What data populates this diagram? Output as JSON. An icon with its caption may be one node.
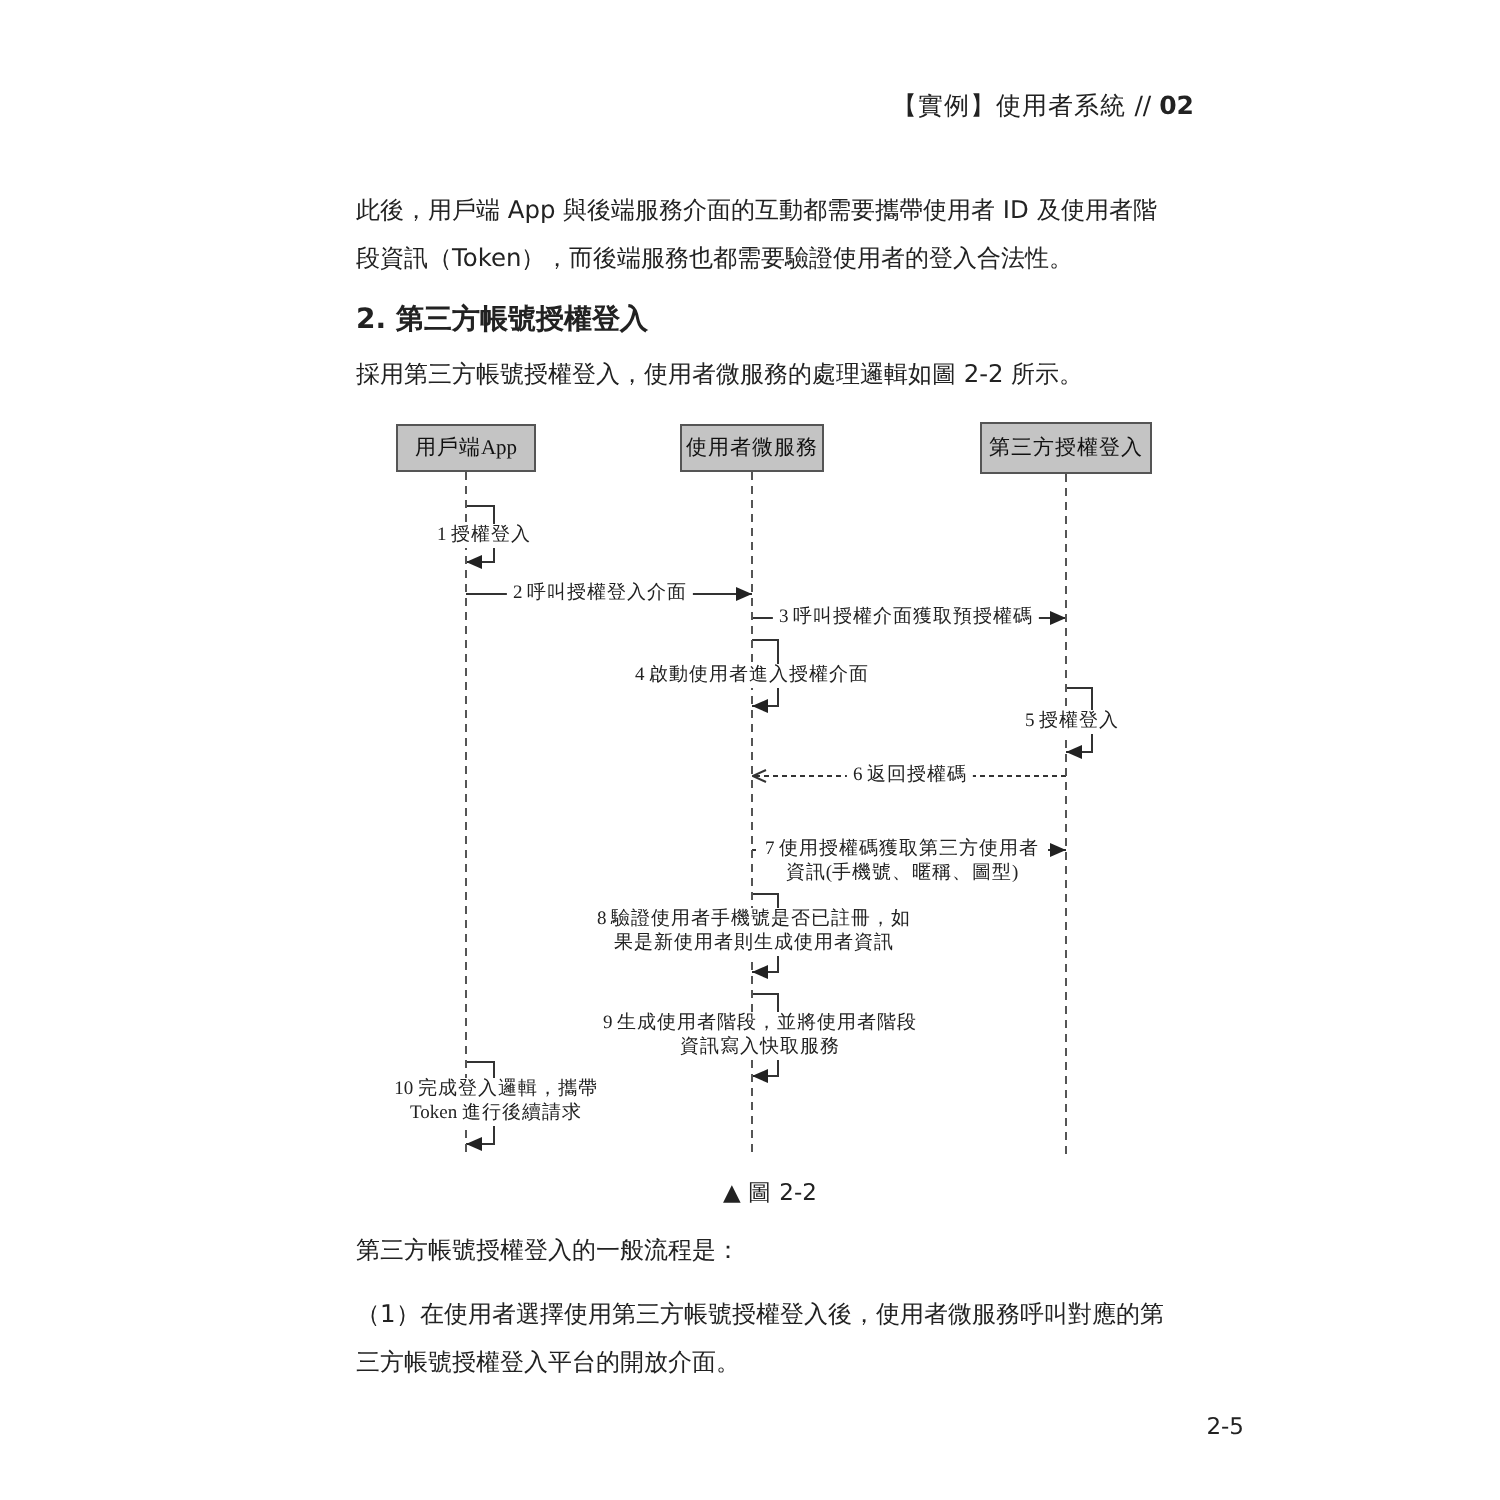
{
  "diagram": {
    "caption": "▲ 圖 2-2",
    "nodes": [
      {
        "text": [
          "用戶端App"
        ]
      },
      {
        "text": [
          "使用者微服務"
        ]
      },
      {
        "text": [
          "第三方授權登入"
        ]
      }
    ],
    "edges": [
      {
        "from": 0,
        "to": 0,
        "arrow": "to",
        "label": "1 授權登入"
      },
      {
        "from": 0,
        "to": 1,
        "arrow": "to",
        "label": "2 呼叫授權登入介面"
      },
      {
        "from": 1,
        "to": 2,
        "arrow": "to",
        "label": "3 呼叫授權介面獲取預授權碼"
      },
      {
        "from": 1,
        "to": 1,
        "arrow": "to",
        "label": "4 啟動使用者進入授權介面"
      },
      {
        "from": 2,
        "to": 2,
        "arrow": "to",
        "label": "5 授權登入"
      },
      {
        "from": 2,
        "to": 1,
        "arrow": "to",
        "label": "6 返回授權碼",
        "style": "dashed"
      },
      {
        "from": 1,
        "to": 2,
        "arrow": "to",
        "label": "7 使用授權碼獲取第三方使用者資訊(手機號、暱稱、圖型)"
      },
      {
        "from": 1,
        "to": 1,
        "arrow": "to",
        "label": "8 驗證使用者手機號是否已註冊，如果是新使用者則生成使用者資訊"
      },
      {
        "from": 1,
        "to": 1,
        "arrow": "to",
        "label": "9 生成使用者階段，並將使用者階段資訊寫入快取服務"
      },
      {
        "from": 0,
        "to": 0,
        "arrow": "to",
        "label": "10 完成登入邏輯，攜帶 Token 進行後續請求"
      }
    ],
    "labels": [
      "【實例】使用者系統 // **02**",
      "此後，用戶端 App 與後端服務介面的互動都需要攜帶使用者 ID 及使用者階段資訊（Token），而後端服務也都需要驗證使用者的登入合法性。",
      "2. 第三方帳號授權登入",
      "採用第三方帳號授權登入，使用者微服務的處理邏輯如圖 2-2 所示。",
      "第三方帳號授權登入的一般流程是：",
      "（1）在使用者選擇使用第三方帳號授權登入後，使用者微服務呼叫對應的第三方帳號授權登入平台的開放介面。",
      "2-5"
    ]
  }
}
